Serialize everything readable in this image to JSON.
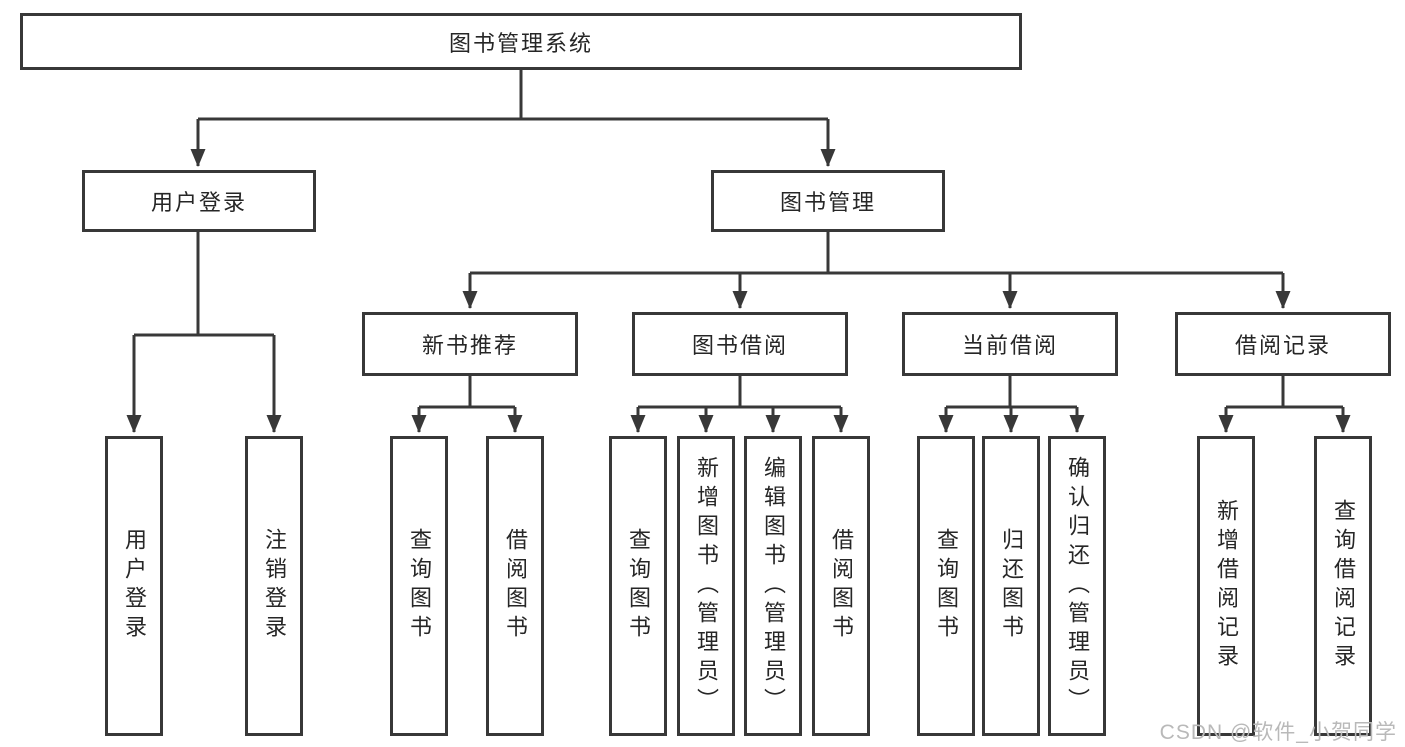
{
  "diagram": {
    "root": {
      "label": "图书管理系统"
    },
    "branches": [
      {
        "label": "用户登录",
        "children": [
          "用户登录",
          "注销登录"
        ]
      },
      {
        "label": "图书管理",
        "sections": [
          {
            "label": "新书推荐",
            "children": [
              "查询图书",
              "借阅图书"
            ]
          },
          {
            "label": "图书借阅",
            "children": [
              "查询图书",
              "新增图书（管理员）",
              "编辑图书（管理员）",
              "借阅图书"
            ]
          },
          {
            "label": "当前借阅",
            "children": [
              "查询图书",
              "归还图书",
              "确认归还（管理员）"
            ]
          },
          {
            "label": "借阅记录",
            "children": [
              "新增借阅记录",
              "查询借阅记录"
            ]
          }
        ]
      }
    ],
    "colors": {
      "line": "#383838",
      "text": "#262626",
      "watermark": "#b9b9b9",
      "background": "#ffffff"
    },
    "watermark": "CSDN @软件_小贺同学"
  }
}
